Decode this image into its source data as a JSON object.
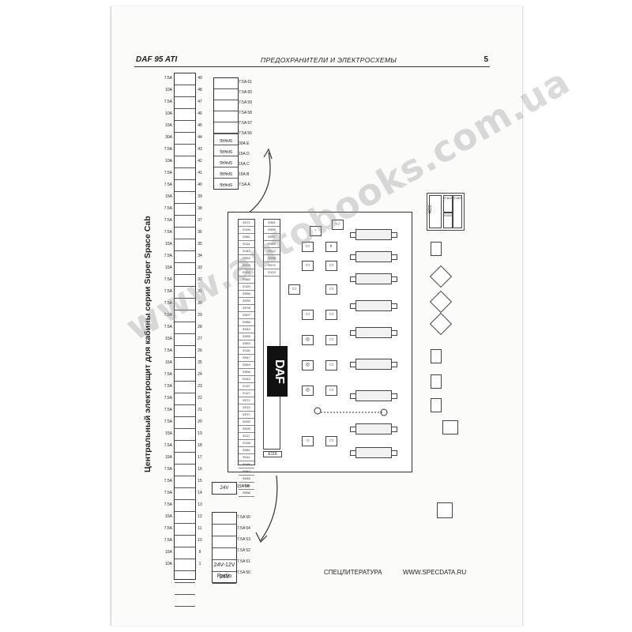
{
  "header": {
    "left": "DAF 95 ATI",
    "center": "ПРЕДОХРАНИТЕЛИ И ЭЛЕКТРОСХЕМЫ",
    "page_number": "5"
  },
  "vertical_title": "Центральный электрощит для кабины серии Super Space Cab",
  "fuse_ratings": [
    "7.5A",
    "10A",
    "7.5A",
    "10A",
    "15A",
    "30A",
    "7.5A",
    "10A",
    "7.5A",
    "7.5A",
    "15A",
    "7.5A",
    "7.5A",
    "7.5A",
    "15A",
    "7.5A",
    "15A",
    "7.5A",
    "7.5A",
    "7.5A",
    "7.5A",
    "7.5A",
    "15A",
    "7.5A",
    "15A",
    "7.5A",
    "7.5A",
    "7.5A",
    "7.5A",
    "7.5A",
    "15A",
    "7.5A",
    "15A",
    "7.5A",
    "7.5A",
    "7.5A",
    "7.5A",
    "15A",
    "7.5A",
    "7.5A",
    "15A",
    "10A"
  ],
  "fuse_numbers": [
    "49",
    "48",
    "47",
    "46",
    "45",
    "44",
    "43",
    "42",
    "41",
    "40",
    "39",
    "38",
    "37",
    "36",
    "35",
    "34",
    "33",
    "32",
    "31",
    "30",
    "29",
    "28",
    "27",
    "26",
    "25",
    "24",
    "23",
    "22",
    "21",
    "20",
    "19",
    "18",
    "17",
    "16",
    "15",
    "14",
    "13",
    "12",
    "11",
    "10",
    "9",
    "1"
  ],
  "relay_top": {
    "ratings": [
      "7.5A 61",
      "7.5A 60",
      "7.5A 59",
      "7.5A 58",
      "7.5A 57",
      "7.5A 56",
      "30A E",
      "15A D",
      "15A C",
      "15A B",
      "7.5A A"
    ],
    "spare_labels": [
      "SPARE",
      "SPARE",
      "SPARE",
      "SPARE",
      "SPARE"
    ]
  },
  "relay_bottom": {
    "ratings": [
      "7.5A 55",
      "7.5A 54",
      "7.5A 53",
      "7.5A 52",
      "7.5A 51",
      "7.5A 50"
    ],
    "labels": [
      "24V-12V Radio",
      "24V"
    ]
  },
  "small_relay": {
    "label": "24V",
    "rating": "15A 56"
  },
  "panel_codes_a": [
    "E072",
    "E106",
    "E081",
    "E114",
    "E140",
    "E052",
    "E075",
    "E126",
    "E082",
    "E120",
    "E056",
    "E039",
    "E078",
    "E007",
    "E088",
    "E044",
    "E055",
    "E063",
    "E110",
    "E047",
    "E053",
    "E058",
    "E043",
    "E137",
    "E127",
    "E071",
    "E010",
    "E077",
    "E030",
    "E026",
    "E117",
    "E128",
    "E081",
    "E011",
    "E119",
    "E062",
    "E046",
    "E036",
    "E058"
  ],
  "panel_codes_b": [
    "E061",
    "E098",
    "E047",
    "E069",
    "E012",
    "E038",
    "E074",
    "E129"
  ],
  "panel_misc": {
    "box_label": "E116",
    "logo": "DAF"
  },
  "right_panel": {
    "codes": [
      "E162",
      "E153",
      "E165"
    ],
    "labels": [
      "ACC",
      "ALARM",
      "RETARDER",
      "ADR"
    ]
  },
  "footer": {
    "left": "СПЕЦЛИТЕРАТУРА",
    "right": "WWW.SPECDATA.RU"
  },
  "watermark": "www.autobooks.com.ua"
}
